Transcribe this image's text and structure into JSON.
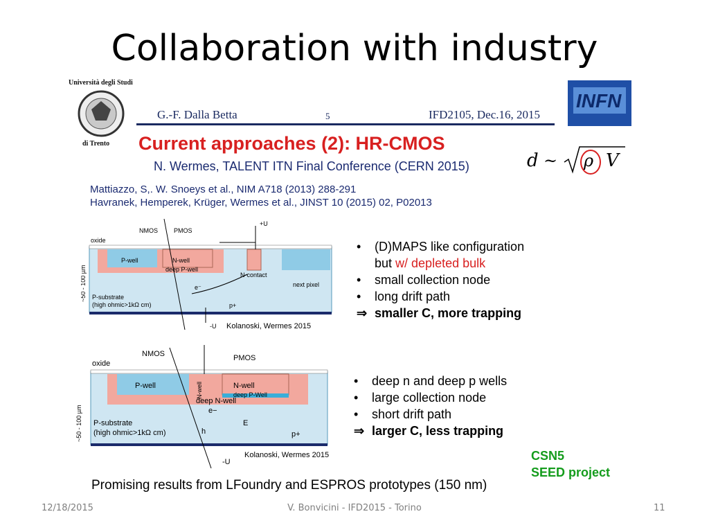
{
  "slide": {
    "title": "Collaboration with industry",
    "footer_date": "12/18/2015",
    "footer_center": "V. Bonvicini - IFD2015 - Torino",
    "page_number": "11"
  },
  "embedded": {
    "university_line1": "Università degli Studi",
    "university_line2": "di  Trento",
    "author": "G.-F. Dalla Betta",
    "page": "5",
    "event": "IFD2105, Dec.16, 2015",
    "infn_logo_text": "INFN",
    "heading": "Current approaches (2): HR-CMOS",
    "subheading": "N. Wermes, TALENT ITN Final Conference (CERN 2015)",
    "formula": "d ~ √(ρ V)",
    "ref1": "Mattiazzo, S,. W. Snoeys et al., NIM A718 (2013) 288-291",
    "ref2": "Havranek, Hemperek, Krüger, Wermes et al., JINST 10 (2015) 02, P02013",
    "block1": {
      "b1a": "(D)MAPS like configuration",
      "b1b_pre": "but ",
      "b1b_red": "w/ depleted bulk",
      "b2": "small collection node",
      "b3": "long drift path",
      "b4": "smaller C, more trapping"
    },
    "block2": {
      "b1": "deep n and deep p wells",
      "b2": "large collection node",
      "b3": "short drift path",
      "b4": "larger C, less trapping"
    },
    "diagram1": {
      "nmos": "NMOS",
      "pmos": "PMOS",
      "oxide": "oxide",
      "pwell": "P-well",
      "nwell": "N-well",
      "deeppwell": "deep P-well",
      "ncontact": "N-contact",
      "nextpixel": "next pixel",
      "psub1": "P-substrate",
      "psub2": "(high ohmic>1kΩ cm)",
      "depth": "~50 - 100 µm",
      "eminus": "e⁻",
      "pplus": "p+",
      "ub_top": "+U",
      "ub_bot": "-U",
      "credit": "Kolanoski, Wermes 2015"
    },
    "diagram2": {
      "nmos": "NMOS",
      "pmos": "PMOS",
      "oxide": "oxide",
      "pwell": "P-well",
      "nwell": "N-well",
      "nwell_v": "N-well",
      "deeppwell": "deep P-Well",
      "deepnwell": "deep N-well",
      "psub1": "P-substrate",
      "psub2": "(high ohmic>1kΩ cm)",
      "depth": "~50 - 100 µm",
      "eminus": "e−",
      "efield": "E",
      "h": "h",
      "pplus": "p+",
      "ub_bot": "-U",
      "credit": "Kolanoski, Wermes 2015"
    },
    "csn5": "CSN5",
    "seed": "SEED project",
    "promising": "Promising results from LFoundry and ESPROS prototypes (150 nm)"
  }
}
